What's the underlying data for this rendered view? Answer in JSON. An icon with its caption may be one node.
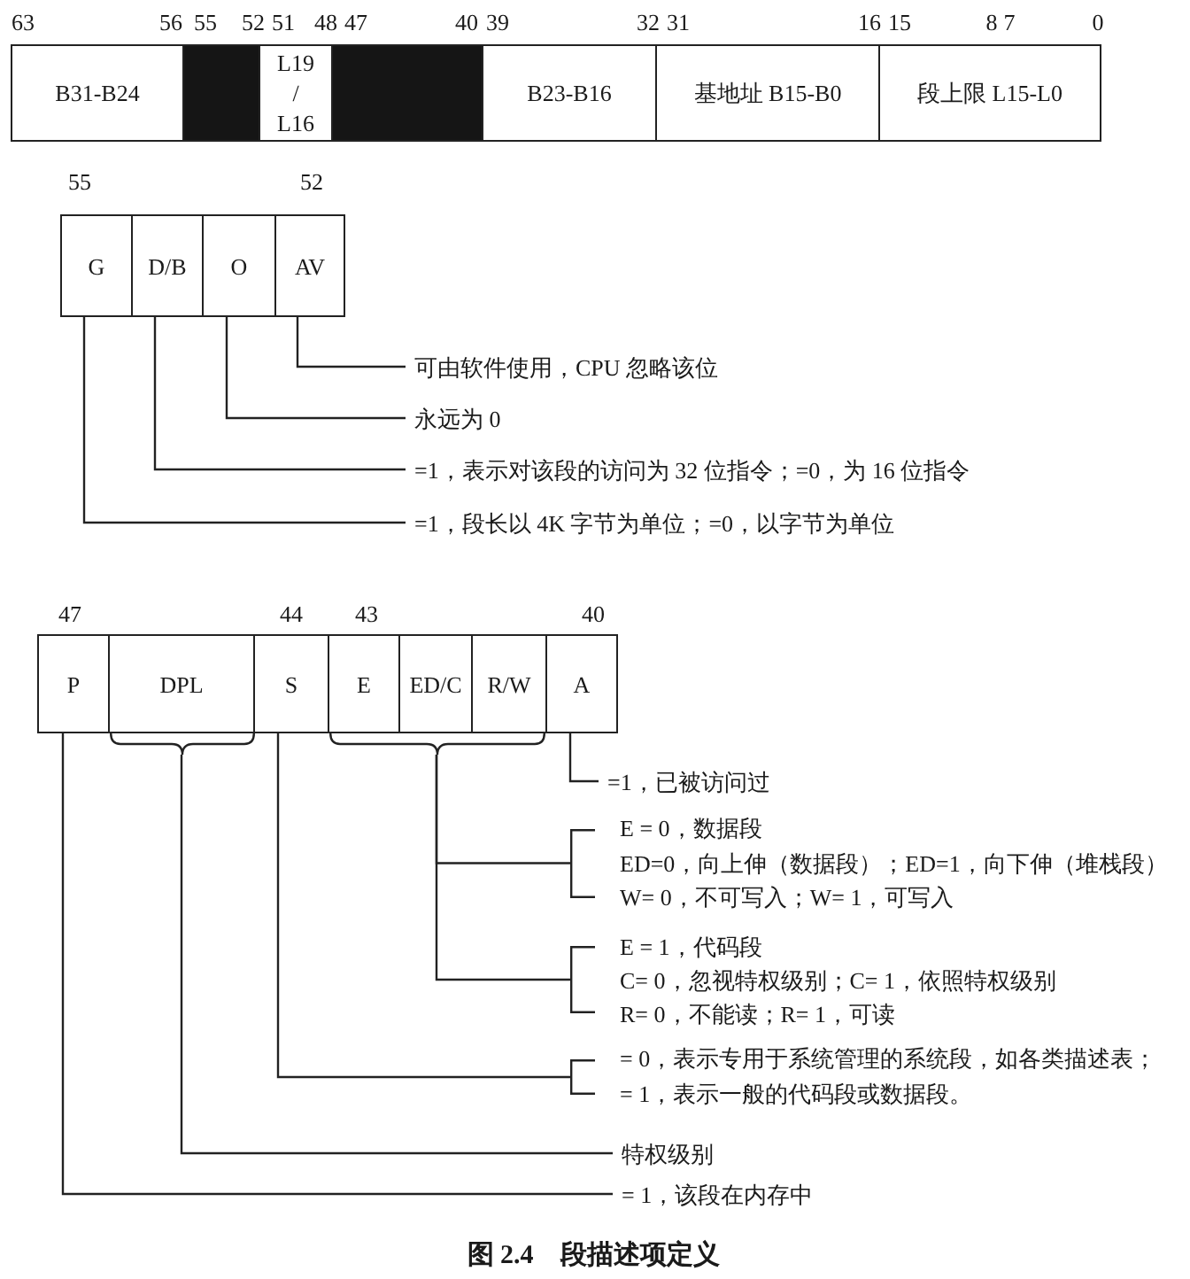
{
  "diagram": {
    "caption": "图 2.4　段描述项定义",
    "nodes": [
      {
        "text": [
          "B31-B24"
        ]
      },
      {
        "text": [],
        "shape": "box"
      },
      {
        "text": [
          "L19 / L16"
        ]
      },
      {
        "text": [],
        "shape": "box"
      },
      {
        "text": [
          "B23-B16"
        ]
      },
      {
        "text": [
          "基地址 B15-B0"
        ]
      },
      {
        "text": [
          "段上限 L15-L0"
        ]
      },
      {
        "text": [
          "G"
        ]
      },
      {
        "text": [
          "D/B"
        ]
      },
      {
        "text": [
          "O"
        ]
      },
      {
        "text": [
          "AV"
        ]
      },
      {
        "text": [
          "可由软件使用，CPU 忽略该位"
        ]
      },
      {
        "text": [
          "永远为 0"
        ]
      },
      {
        "text": [
          "=1，表示对该段的访问为 32 位指令；=0，为 16 位指令"
        ]
      },
      {
        "text": [
          "=1，段长以 4K 字节为单位；=0，以字节为单位"
        ]
      },
      {
        "text": [
          "P"
        ]
      },
      {
        "text": [
          "DPL"
        ]
      },
      {
        "text": [
          "S"
        ]
      },
      {
        "text": [
          "E"
        ]
      },
      {
        "text": [
          "ED/C"
        ]
      },
      {
        "text": [
          "R/W"
        ]
      },
      {
        "text": [
          "A"
        ]
      },
      {
        "text": [],
        "shape": "brace"
      },
      {
        "text": [],
        "shape": "brace"
      },
      {
        "text": [
          "=1，已被访问过"
        ]
      },
      {
        "text": [
          "E = 0，数据段",
          "ED=0，向上伸（数据段）；ED=1，向下伸（堆栈段）",
          "W= 0，不可写入；W= 1，可写入"
        ]
      },
      {
        "text": [
          "E = 1，代码段",
          "C= 0，忽视特权级别；C= 1，依照特权级别",
          "R= 0，不能读；R= 1，可读"
        ]
      },
      {
        "text": [
          "= 0，表示专用于系统管理的系统段，如各类描述表；",
          "= 1，表示一般的代码段或数据段。"
        ]
      },
      {
        "text": [
          "特权级别"
        ]
      },
      {
        "text": [
          "= 1，该段在内存中"
        ]
      }
    ],
    "edges": [
      {
        "from": 10,
        "to": 11,
        "arrow": "none"
      },
      {
        "from": 9,
        "to": 12,
        "arrow": "none"
      },
      {
        "from": 8,
        "to": 13,
        "arrow": "none"
      },
      {
        "from": 7,
        "to": 14,
        "arrow": "none"
      },
      {
        "from": 21,
        "to": 24,
        "arrow": "none"
      },
      {
        "from": 23,
        "to": 25,
        "arrow": "none"
      },
      {
        "from": 23,
        "to": 26,
        "arrow": "none"
      },
      {
        "from": 17,
        "to": 27,
        "arrow": "none"
      },
      {
        "from": 22,
        "to": 28,
        "arrow": "none"
      },
      {
        "from": 15,
        "to": 29,
        "arrow": "none"
      }
    ],
    "labels": [
      "63",
      "56",
      "55",
      "52",
      "51",
      "48",
      "47",
      "40",
      "39",
      "32",
      "31",
      "16",
      "15",
      "8",
      "7",
      "0",
      "55",
      "52",
      "47",
      "44",
      "43",
      "40"
    ]
  }
}
